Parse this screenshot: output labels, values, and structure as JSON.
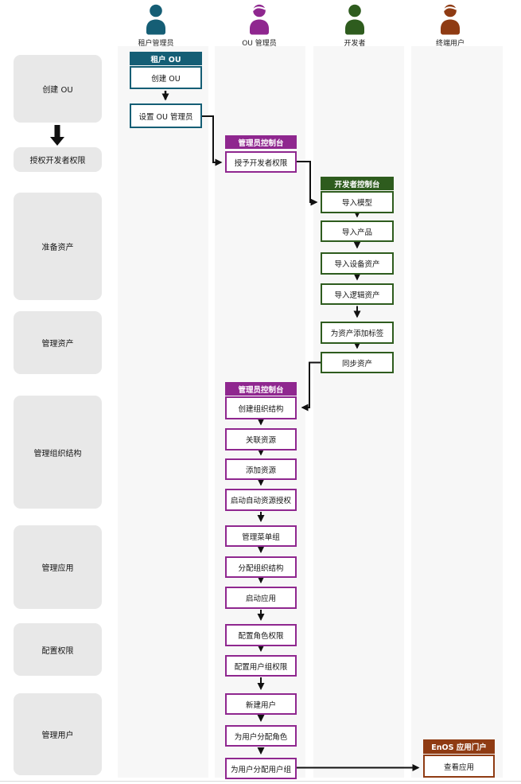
{
  "roles": [
    "租户管理员",
    "OU 管理员",
    "开发者",
    "终端用户"
  ],
  "colors": {
    "tenant_admin": "#155e75",
    "ou_admin": "#8f278f",
    "developer": "#2e5c1e",
    "end_user": "#8f3b13",
    "lane_background": "#f7f7f7",
    "stage_background": "#e8e8e8",
    "arrow": "#111111"
  },
  "sidebar": {
    "stages": [
      "创建 OU",
      "授权开发者权限",
      "准备资产",
      "管理资产",
      "管理组织结构",
      "管理应用",
      "配置权限",
      "管理用户"
    ]
  },
  "flow": {
    "tenant_ou": {
      "header": "租户 OU",
      "steps": [
        "创建 OU",
        "设置 OU 管理员"
      ]
    },
    "admin_console_grant": {
      "header": "管理员控制台",
      "steps": [
        "授予开发者权限"
      ]
    },
    "dev_console": {
      "header": "开发者控制台",
      "steps": [
        "导入模型",
        "导入产品",
        "导入设备资产",
        "导入逻辑资产",
        "为资产添加标签",
        "同步资产"
      ]
    },
    "admin_console_manage": {
      "header": "管理员控制台",
      "steps": [
        "创建组织结构",
        "关联资源",
        "添加资源",
        "启动自动资源授权",
        "管理菜单组",
        "分配组织结构",
        "启动应用",
        "配置角色权限",
        "配置用户组权限",
        "新建用户",
        "为用户分配角色",
        "为用户分配用户组"
      ]
    },
    "enos_portal": {
      "header": "EnOS 应用门户",
      "steps": [
        "查看应用"
      ]
    }
  }
}
